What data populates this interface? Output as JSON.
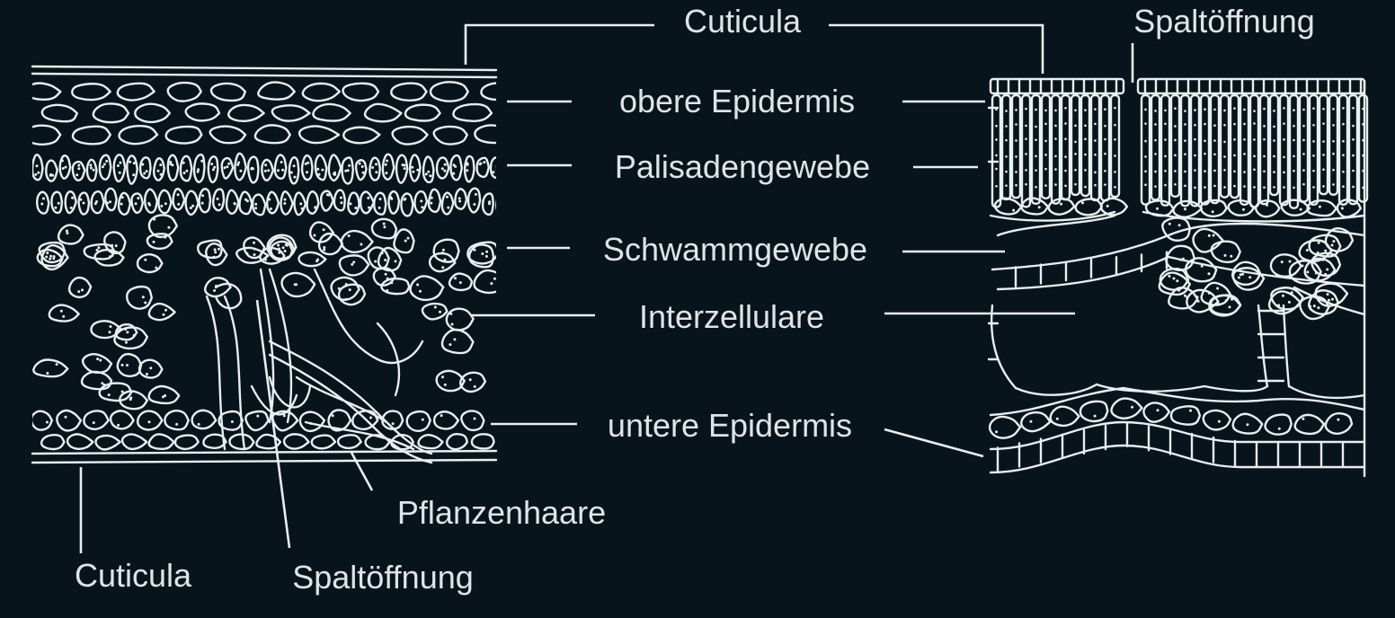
{
  "colors": {
    "background": "#07141b",
    "line": "#e9eeef",
    "text": "#dfe4e6"
  },
  "labels": {
    "cuticula_top": "Cuticula",
    "spaltoeffnung_top": "Spaltöffnung",
    "obere_epidermis": "obere Epidermis",
    "palisadengewebe": "Palisadengewebe",
    "schwammgewebe": "Schwammgewebe",
    "interzellulare": "Interzellulare",
    "untere_epidermis": "untere Epidermis",
    "pflanzenhaare": "Pflanzenhaare",
    "cuticula_bottom": "Cuticula",
    "spaltoeffnung_bottom": "Spaltöffnung"
  }
}
